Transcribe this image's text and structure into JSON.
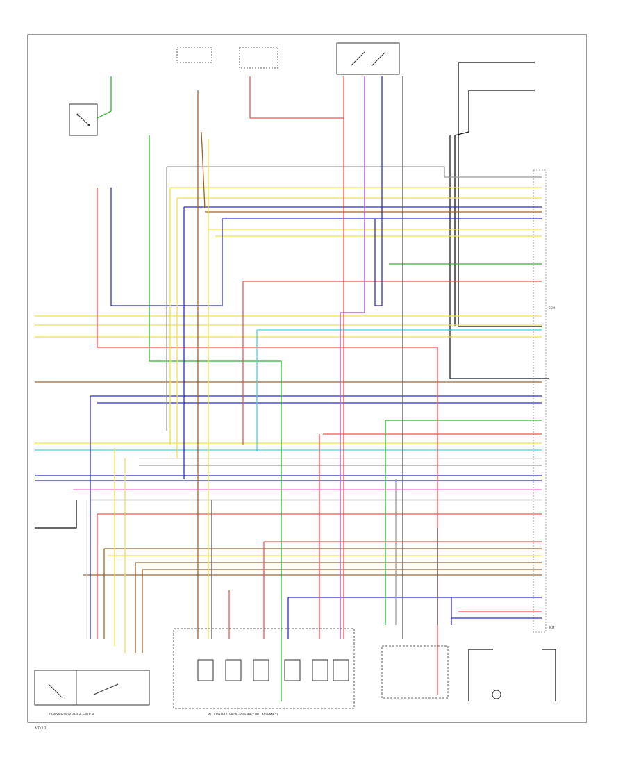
{
  "diagram": {
    "footer_left": "A/T (2/2)",
    "captions": {
      "range_switch": "TRANSMISSION RANGE SWITCH",
      "control_valve_assembly": "A/T CONTROL VALVE ASSEMBLY (A/T ASSEMBLY)",
      "ecm": "ECM",
      "tcm": "TCM"
    },
    "harness_colors": {
      "black": "#111111",
      "red": "#ff4d4d",
      "yellow": "#f2e04a",
      "blue": "#2b2bd6",
      "green": "#2fb52f",
      "brown": "#a0642a",
      "purple": "#b047d6",
      "pink": "#ff6fd8",
      "cyan": "#38d8e8",
      "gray": "#9a9a9a",
      "white": "#dcdcdc",
      "orange": "#ff9a2e",
      "light_green": "#8fe05a"
    }
  }
}
